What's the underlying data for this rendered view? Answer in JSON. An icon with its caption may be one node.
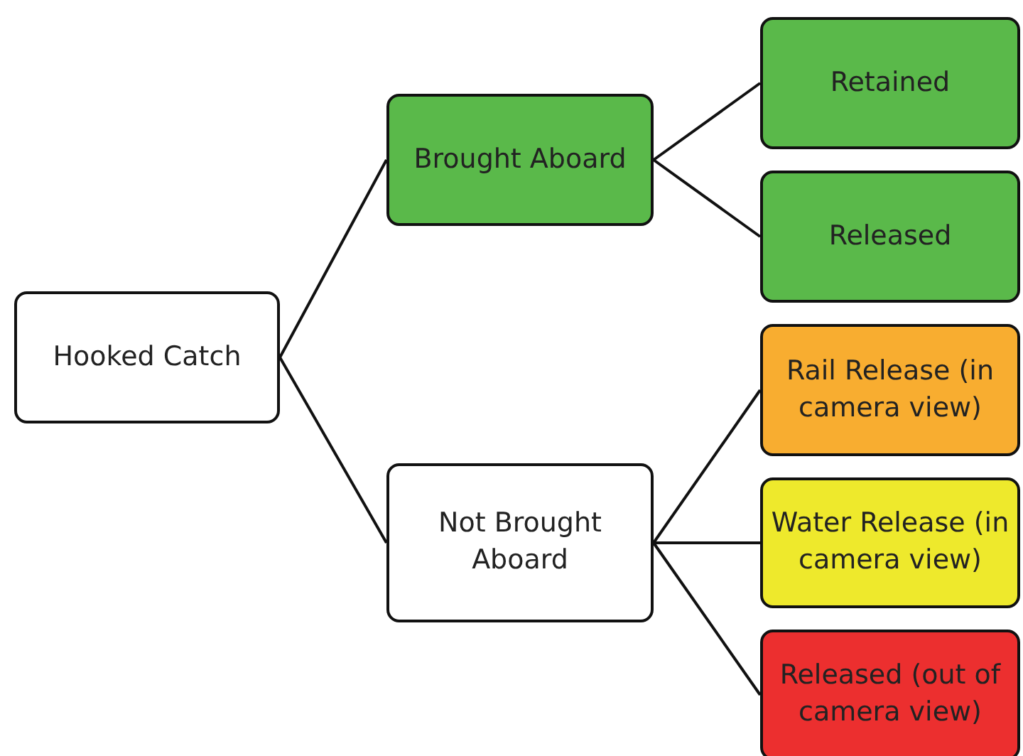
{
  "diagram": {
    "nodes": [
      {
        "text": [
          "Hooked Catch"
        ]
      },
      {
        "text": [
          "Brought Aboard"
        ]
      },
      {
        "text": [
          "Not Brought Aboard"
        ]
      },
      {
        "text": [
          "Retained"
        ]
      },
      {
        "text": [
          "Released"
        ]
      },
      {
        "text": [
          "Rail Release (in camera view)"
        ]
      },
      {
        "text": [
          "Water Release (in camera view)"
        ]
      },
      {
        "text": [
          "Released (out of camera view)"
        ]
      }
    ],
    "edges": [
      {
        "from": 0,
        "to": 1,
        "arrow": "none"
      },
      {
        "from": 0,
        "to": 2,
        "arrow": "none"
      },
      {
        "from": 1,
        "to": 3,
        "arrow": "none"
      },
      {
        "from": 1,
        "to": 4,
        "arrow": "none"
      },
      {
        "from": 2,
        "to": 5,
        "arrow": "none"
      },
      {
        "from": 2,
        "to": 6,
        "arrow": "none"
      },
      {
        "from": 2,
        "to": 7,
        "arrow": "none"
      }
    ]
  }
}
